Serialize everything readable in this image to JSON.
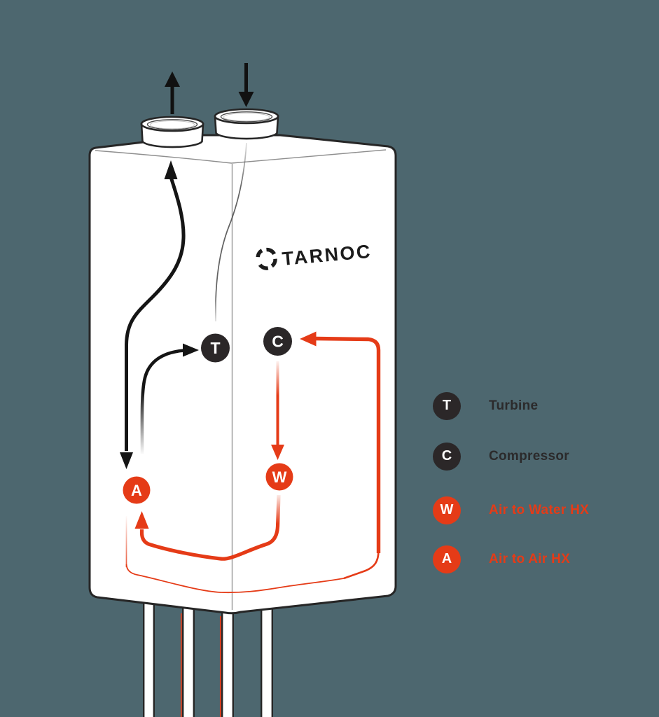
{
  "background_color": "#4d676f",
  "brand": {
    "name": "TARNOC",
    "icon": "vortex-swirl-icon"
  },
  "device": {
    "description_visible_elements": "white appliance box with two top ports and four legs",
    "top_ports": [
      {
        "name": "exhaust-port",
        "arrow_direction": "up"
      },
      {
        "name": "intake-port",
        "arrow_direction": "down"
      }
    ],
    "flow_colors": {
      "air_path": "#151515",
      "hot_loop": "#e53b17"
    }
  },
  "diagram": {
    "nodes": [
      {
        "symbol": "T",
        "color": "#2b2728"
      },
      {
        "symbol": "C",
        "color": "#2b2728"
      },
      {
        "symbol": "W",
        "color": "#e53b17"
      },
      {
        "symbol": "A",
        "color": "#e53b17"
      }
    ]
  },
  "legend": {
    "items": [
      {
        "symbol": "T",
        "label": "Turbine",
        "circle_color": "#2b2728",
        "label_color": "#2b2a2b"
      },
      {
        "symbol": "C",
        "label": "Compressor",
        "circle_color": "#2b2728",
        "label_color": "#2b2a2b"
      },
      {
        "symbol": "W",
        "label": "Air to Water HX",
        "circle_color": "#e53b17",
        "label_color": "#e53b17"
      },
      {
        "symbol": "A",
        "label": "Air to Air HX",
        "circle_color": "#e53b17",
        "label_color": "#e53b17"
      }
    ]
  }
}
